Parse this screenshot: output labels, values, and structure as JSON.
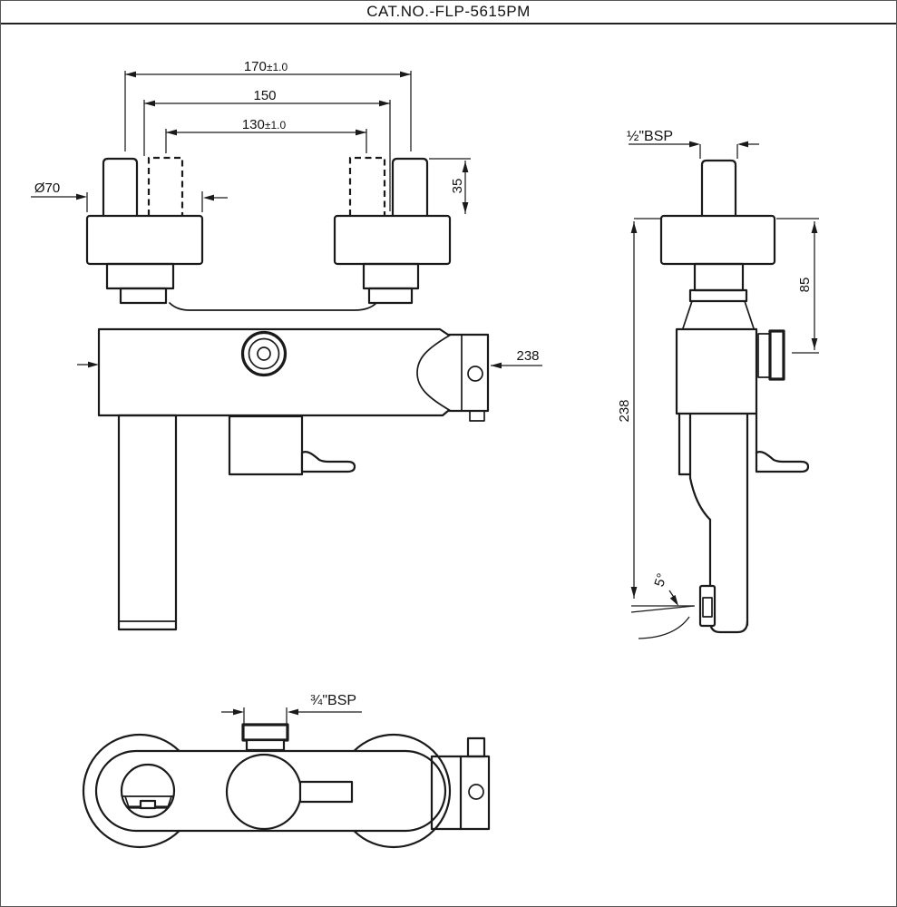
{
  "title": "CAT.NO.-FLP-5615PM",
  "drawing": {
    "line_color": "#1a1a1a",
    "background": "#ffffff"
  },
  "views": {
    "front": {
      "dims": {
        "outer_spacing": {
          "value": "170",
          "tol": "±1.0"
        },
        "mid_spacing": "150",
        "inner_spacing": {
          "value": "130",
          "tol": "±1.0"
        },
        "flange_diameter": "Ø70",
        "inlet_pipe_height": "35",
        "body_length": "238"
      }
    },
    "side": {
      "dims": {
        "inlet_thread": "½\"BSP",
        "flange_to_diverter": "85",
        "overall_height": "238",
        "spout_angle": "5°"
      }
    },
    "bottom": {
      "dims": {
        "outlet_thread": "¾\"BSP"
      }
    }
  }
}
